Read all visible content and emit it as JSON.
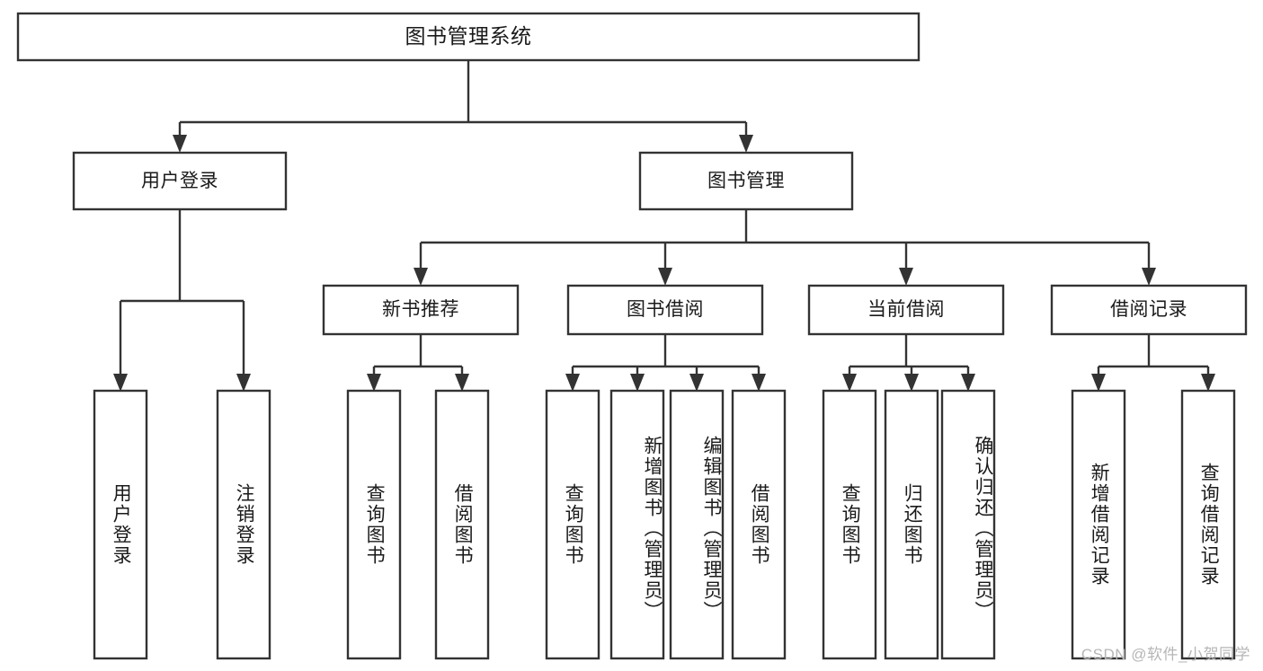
{
  "diagram": {
    "type": "tree",
    "title": "图书管理系统",
    "orientation": "top-down",
    "background_color": "#ffffff",
    "line_color": "#333333",
    "box_fill": "#ffffff",
    "text_color": "#1a1a1a"
  },
  "nodes": {
    "root": {
      "label": "图书管理系统",
      "level": 1,
      "orientation": "horizontal"
    },
    "user_login": {
      "label": "用户登录",
      "level": 2,
      "orientation": "horizontal"
    },
    "book_manage": {
      "label": "图书管理",
      "level": 2,
      "orientation": "horizontal"
    },
    "new_book_rec": {
      "label": "新书推荐",
      "level": 3,
      "orientation": "horizontal"
    },
    "book_borrow": {
      "label": "图书借阅",
      "level": 3,
      "orientation": "horizontal"
    },
    "current_borrow": {
      "label": "当前借阅",
      "level": 3,
      "orientation": "horizontal"
    },
    "borrow_record": {
      "label": "借阅记录",
      "level": 3,
      "orientation": "horizontal"
    },
    "leaf_user_login": {
      "label": "用户登录",
      "level": 4,
      "orientation": "vertical"
    },
    "leaf_logout": {
      "label": "注销登录",
      "level": 4,
      "orientation": "vertical"
    },
    "leaf_query_book_1": {
      "label": "查询图书",
      "level": 4,
      "orientation": "vertical"
    },
    "leaf_borrow_book_1": {
      "label": "借阅图书",
      "level": 4,
      "orientation": "vertical"
    },
    "leaf_query_book_2": {
      "label": "查询图书",
      "level": 4,
      "orientation": "vertical"
    },
    "leaf_add_book": {
      "label": "新增图书（管理员）",
      "level": 4,
      "orientation": "vertical"
    },
    "leaf_edit_book": {
      "label": "编辑图书（管理员）",
      "level": 4,
      "orientation": "vertical"
    },
    "leaf_borrow_book_2": {
      "label": "借阅图书",
      "level": 4,
      "orientation": "vertical"
    },
    "leaf_query_book_3": {
      "label": "查询图书",
      "level": 4,
      "orientation": "vertical"
    },
    "leaf_return_book": {
      "label": "归还图书",
      "level": 4,
      "orientation": "vertical"
    },
    "leaf_confirm_return": {
      "label": "确认归还（管理员）",
      "level": 4,
      "orientation": "vertical"
    },
    "leaf_add_record": {
      "label": "新增借阅记录",
      "level": 4,
      "orientation": "vertical"
    },
    "leaf_query_record": {
      "label": "查询借阅记录",
      "level": 4,
      "orientation": "vertical"
    }
  },
  "edges": [
    {
      "from": "root",
      "to": "user_login"
    },
    {
      "from": "root",
      "to": "book_manage"
    },
    {
      "from": "book_manage",
      "to": "new_book_rec"
    },
    {
      "from": "book_manage",
      "to": "book_borrow"
    },
    {
      "from": "book_manage",
      "to": "current_borrow"
    },
    {
      "from": "book_manage",
      "to": "borrow_record"
    },
    {
      "from": "user_login",
      "to": "leaf_user_login"
    },
    {
      "from": "user_login",
      "to": "leaf_logout"
    },
    {
      "from": "new_book_rec",
      "to": "leaf_query_book_1"
    },
    {
      "from": "new_book_rec",
      "to": "leaf_borrow_book_1"
    },
    {
      "from": "book_borrow",
      "to": "leaf_query_book_2"
    },
    {
      "from": "book_borrow",
      "to": "leaf_add_book"
    },
    {
      "from": "book_borrow",
      "to": "leaf_edit_book"
    },
    {
      "from": "book_borrow",
      "to": "leaf_borrow_book_2"
    },
    {
      "from": "current_borrow",
      "to": "leaf_query_book_3"
    },
    {
      "from": "current_borrow",
      "to": "leaf_return_book"
    },
    {
      "from": "current_borrow",
      "to": "leaf_confirm_return"
    },
    {
      "from": "borrow_record",
      "to": "leaf_add_record"
    },
    {
      "from": "borrow_record",
      "to": "leaf_query_record"
    }
  ],
  "watermark": {
    "text": "CSDN @软件_小贺同学",
    "color": "#b6b6b6"
  }
}
